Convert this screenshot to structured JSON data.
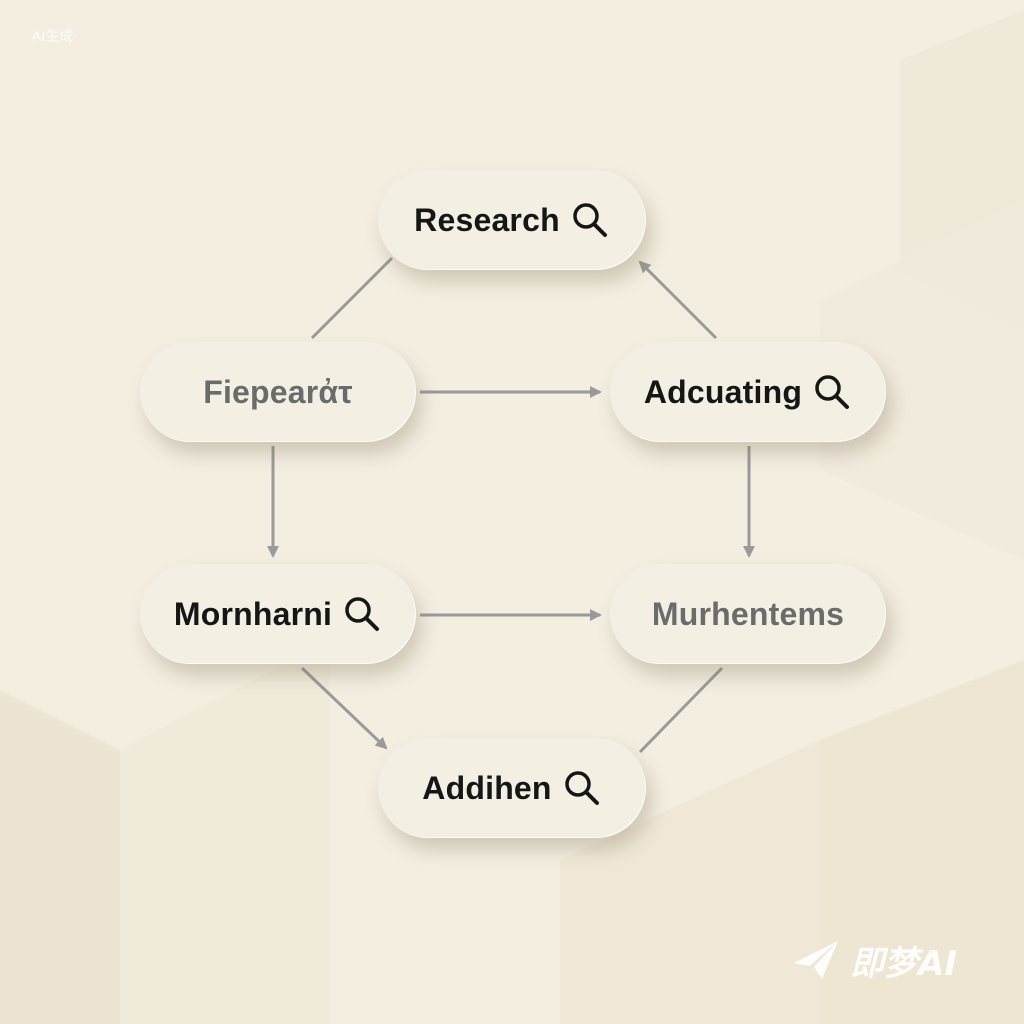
{
  "colors": {
    "background": "#f3eee0",
    "node_fill": "#f4efe3",
    "edge": "#9a9a9a",
    "text_dark": "#161616",
    "text_muted": "#6b6b6b"
  },
  "nodes": [
    {
      "id": "research",
      "label": "Research",
      "icon": "search-icon",
      "tone": "dark"
    },
    {
      "id": "fiepearat",
      "label": "Fiepearἀτ",
      "icon": "",
      "tone": "muted"
    },
    {
      "id": "adcuating",
      "label": "Adcuating",
      "icon": "search-icon",
      "tone": "dark"
    },
    {
      "id": "mornharni",
      "label": "Mornharni",
      "icon": "search-icon",
      "tone": "dark"
    },
    {
      "id": "murhentems",
      "label": "Murhentems",
      "icon": "",
      "tone": "muted"
    },
    {
      "id": "addihen",
      "label": "Addihen",
      "icon": "search-icon",
      "tone": "dark"
    }
  ],
  "edges": [
    {
      "from": "fiepearat",
      "to": "research",
      "arrow": false
    },
    {
      "from": "adcuating",
      "to": "research",
      "arrow": true
    },
    {
      "from": "fiepearat",
      "to": "adcuating",
      "arrow": true
    },
    {
      "from": "fiepearat",
      "to": "mornharni",
      "arrow": true
    },
    {
      "from": "adcuating",
      "to": "murhentems",
      "arrow": true
    },
    {
      "from": "mornharni",
      "to": "murhentems",
      "arrow": true
    },
    {
      "from": "mornharni",
      "to": "addihen",
      "arrow": true
    },
    {
      "from": "murhentems",
      "to": "addihen",
      "arrow": false
    }
  ],
  "watermark": {
    "top_text": "AI生成",
    "logo_text": "即梦AI",
    "logo_icon": "paper-plane-icon"
  }
}
